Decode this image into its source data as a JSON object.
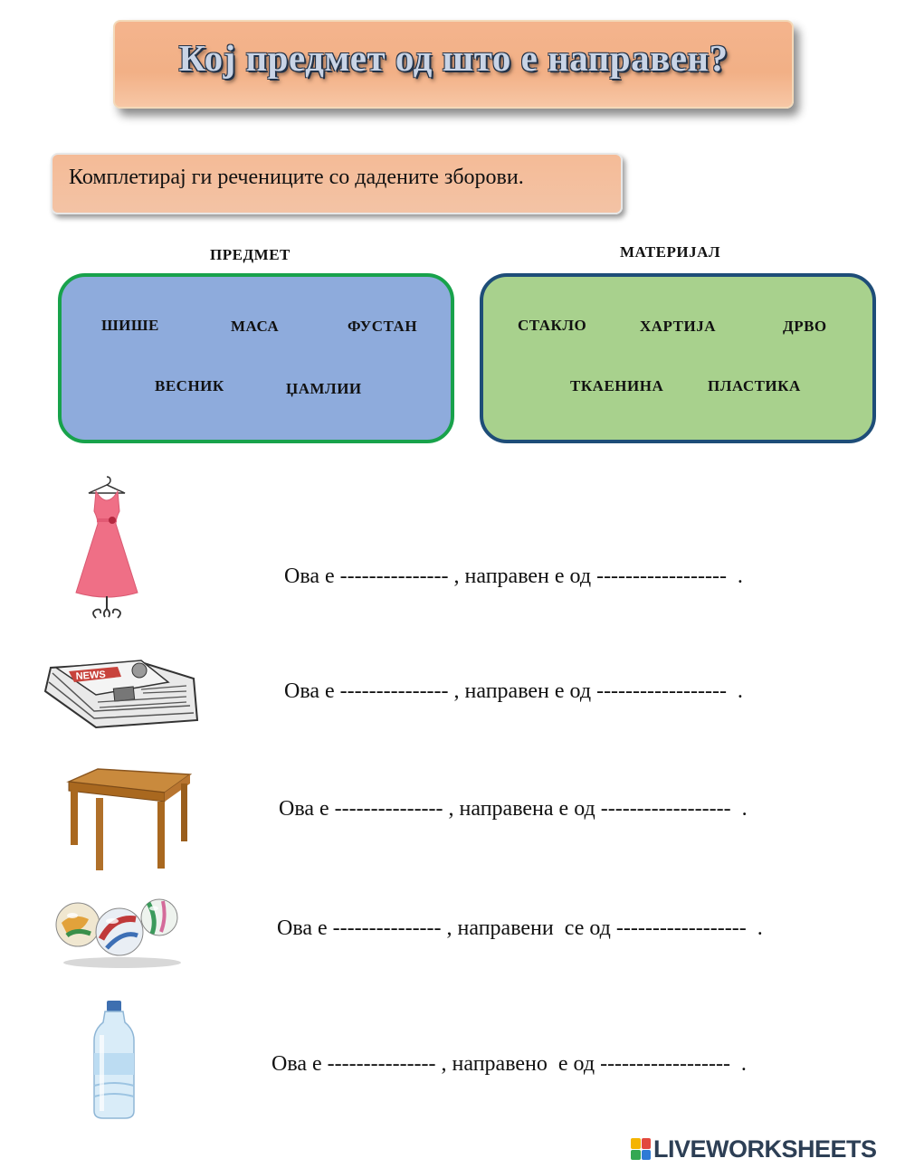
{
  "title": "Кој предмет од што е направен?",
  "instruction": "Комплетирај ги речениците со дадените зборови.",
  "objects": {
    "label": "ПРЕДМЕТ",
    "words": [
      "ШИШЕ",
      "МАСА",
      "ФУСТАН",
      "ВЕСНИК",
      "ЏАМЛИИ"
    ]
  },
  "materials": {
    "label": "МАТЕРИЈАЛ",
    "words": [
      "СТАКЛО",
      "ХАРТИЈА",
      "ДРВО",
      "ТКАЕНИНА",
      "ПЛАСТИКА"
    ]
  },
  "exercises": [
    {
      "picture": "dress-icon",
      "sentence": "Ова е --------------- , направен е од ------------------  ."
    },
    {
      "picture": "newspaper-icon",
      "sentence": "Ова е --------------- , направен е од ------------------  ."
    },
    {
      "picture": "table-icon",
      "sentence": "Ова е --------------- , направена е од ------------------  ."
    },
    {
      "picture": "marbles-icon",
      "sentence": "Ова е --------------- , направени  се од ------------------  ."
    },
    {
      "picture": "bottle-icon",
      "sentence": "Ова е --------------- , направено  е од ------------------  ."
    }
  ],
  "colors": {
    "title_bg": "#f2b086",
    "objects_box": "#8eabdc",
    "objects_border": "#18a24b",
    "materials_box": "#a8d18d",
    "materials_border": "#1e4d78"
  },
  "logo": {
    "text": "LIVEWORKSHEETS"
  }
}
